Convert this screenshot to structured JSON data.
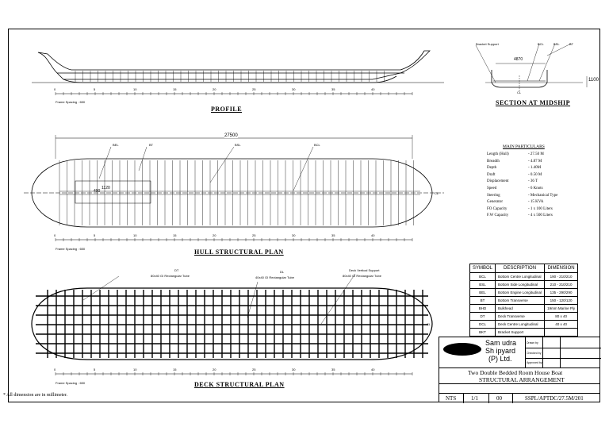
{
  "titles": {
    "profile": "PROFILE",
    "midship": "SECTION AT MIDSHIP",
    "hull": "HULL STRUCTURAL PLAN",
    "deck": "DECK STRUCTURAL PLAN"
  },
  "frame_spacing": "Frame Spacing : 650",
  "frame_numbers": [
    "0",
    "5",
    "10",
    "15",
    "20",
    "25",
    "30",
    "35",
    "40"
  ],
  "dimensions": {
    "overall_length": "27500",
    "midship_breadth": "4870",
    "midship_depth": "1100",
    "hull_inner": "1120",
    "hull_inner2": "490"
  },
  "labels": {
    "bracket_support": "Bracket Support",
    "bcl": "BCL",
    "bsl": "BSL",
    "bt": "BT",
    "bel": "BEL",
    "cl": "CL",
    "dt_title": "DT",
    "dt_desc": "80x40 GI Rectangular Tube",
    "dl_title": "DL",
    "dl_desc": "40x40 GI Rectangular Tube",
    "dvs_title": "Deck Vertical Support",
    "dvs_desc": "80x40 GI Rectangular Tube"
  },
  "particulars": {
    "heading": "MAIN PARTICULARS",
    "rows": [
      {
        "k": "Length (Hull)",
        "v": "-  27.50 M"
      },
      {
        "k": "Breadth",
        "v": "-  4.87 M"
      },
      {
        "k": "Depth",
        "v": "-  1.40M"
      },
      {
        "k": "Draft",
        "v": "-  0.50 M"
      },
      {
        "k": "Displacement",
        "v": "-  36 T"
      },
      {
        "k": "Speed",
        "v": "-  6 Knots"
      },
      {
        "k": "Steering",
        "v": "-  Mechanical Type"
      },
      {
        "k": "Generator",
        "v": "-  15 KVA"
      },
      {
        "k": "FO Capacity",
        "v": "-  1 x 100 Liters"
      },
      {
        "k": "F.W Capacity",
        "v": "-  4 x 500 Liters"
      }
    ]
  },
  "symbol_table": {
    "headers": [
      "SYMBOL",
      "DESCRIPTION",
      "DIMENSION"
    ],
    "rows": [
      [
        "BCL",
        "Bottom Centre Longitudinal",
        "190 - 210/210"
      ],
      [
        "BSL",
        "Bottom Side Longitudinal",
        "210 - 210/210"
      ],
      [
        "BEL",
        "Bottom Engine Longitudinal",
        "135 - 290/290"
      ],
      [
        "BT",
        "Bottom Transverse",
        "150 - 120/120"
      ],
      [
        "BHD",
        "Bulkhead",
        "19mm Marine Ply"
      ],
      [
        "DT",
        "Deck Transverse",
        "80 x 40"
      ],
      [
        "DCL",
        "Deck Centre Longitudinal",
        "40 x 40"
      ],
      [
        "BKT",
        "Bracket Support",
        ""
      ]
    ]
  },
  "title_block": {
    "company1": "Sam udra",
    "company2": "Sh ipyard",
    "company3": "(P) Ltd.",
    "drawn": "Drawn by",
    "checked": "Checked by",
    "approved": "Approved by",
    "project": "Two Double Bedded Room House Boat",
    "drawing": "STRUCTURAL ARRANGEMENT",
    "scale": "NTS",
    "sheet": "1/1",
    "rev": "00",
    "dwg_no": "SSPL/APTDC/27.5M/201"
  },
  "note": "* All dimension are in millimeter."
}
